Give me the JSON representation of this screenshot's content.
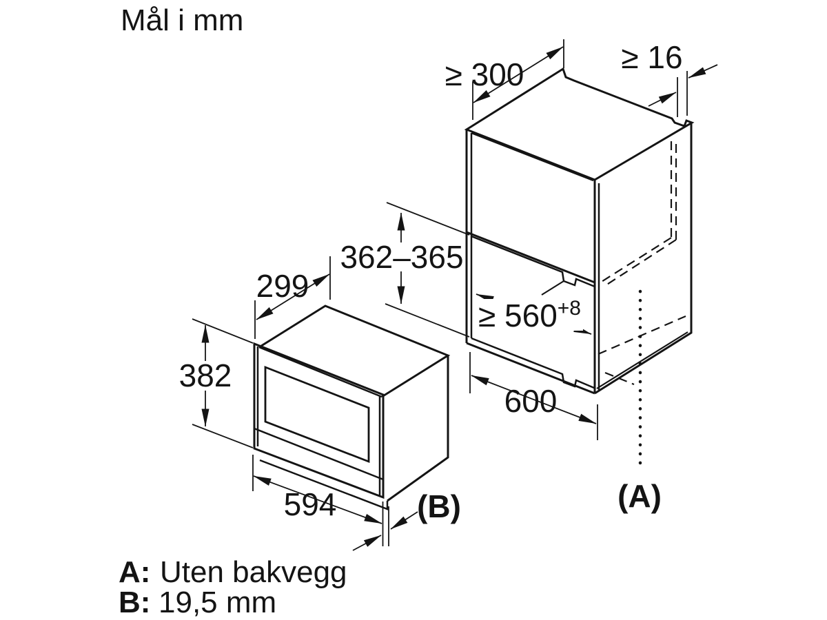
{
  "title": "Mål i mm",
  "cabinet": {
    "dim_top_depth": "≥ 300",
    "dim_rear_gap": "≥ 16",
    "dim_niche_height": "362–365",
    "dim_niche_width": "≥ 560",
    "dim_niche_width_tolerance": "+8",
    "dim_outer_width": "600",
    "ref_a": "(A)"
  },
  "appliance": {
    "dim_depth": "299",
    "dim_height": "382",
    "dim_width": "594",
    "ref_b": "(B)"
  },
  "legend": {
    "a_key": "A:",
    "a_value": "Uten bakvegg",
    "b_key": "B:",
    "b_value": "19,5 mm"
  },
  "colors": {
    "line": "#141414",
    "background": "#ffffff"
  }
}
